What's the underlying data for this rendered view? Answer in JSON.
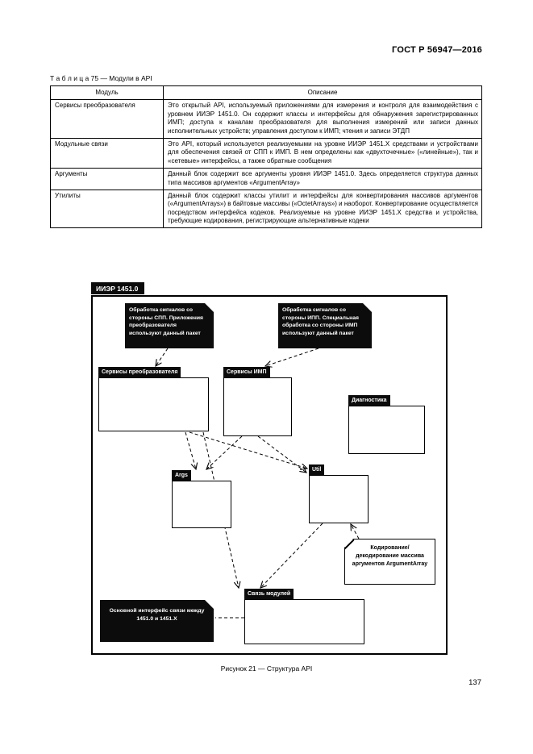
{
  "page": {
    "header": "ГОСТ Р 56947—2016",
    "table_caption": "Т а б л и ц а  75 — Модули в API",
    "figure_caption": "Рисунок 21 — Структура API",
    "page_number": "137"
  },
  "table": {
    "headers": {
      "module": "Модуль",
      "description": "Описание"
    },
    "rows": [
      {
        "module": "Сервисы преобразователя",
        "description": "Это открытый API, используемый приложениями для измерения и контроля для взаимодействия с уровнем ИИЭР 1451.0. Он содержит классы и интерфейсы для обнаружения зарегистрированных ИМП; доступа к каналам преобразователя для выполнения измерений или записи данных исполнительных устройств; управления доступом к ИМП; чтения и записи ЭТДП"
      },
      {
        "module": "Модульные связи",
        "description": "Это API, который используется реализуемыми на уровне ИИЭР 1451.X средствами и устройствами для обеспечения связей от СПП к ИМП. В нем определены как «двухточечные» («линейные»), так и «сетевые» интерфейсы, а также обратные сообщения"
      },
      {
        "module": "Аргументы",
        "description": "Данный блок содержит все аргументы уровня ИИЭР 1451.0. Здесь определяется структура данных типа массивов аргументов «ArgumentArray»"
      },
      {
        "module": "Утилиты",
        "description": "Данный блок содержит классы утилит и интерфейсы для конвертирования массивов аргументов («ArgumentArrays») в байтовые массивы («OctetArrays») и наоборот. Конвертирование осуществляется посредством интерфейса кодеков. Реализуемые на уровне ИИЭР 1451.X средства и устройства, требующие кодирования, регистрирующие альтернативные кодеки"
      }
    ]
  },
  "diagram": {
    "frame_label": "ИИЭР 1451.0",
    "packages": {
      "transducer_services": "Сервисы преобразователя",
      "imp_services": "Сервисы ИМП",
      "diagnostics": "Диагностика",
      "args": "Args",
      "util": "Util",
      "module_link": "Связь модулей"
    },
    "notes": {
      "spp": "Обработка сигналов со стороны СПП. Приложения преобразователя используют данный пакет",
      "ipp": "Обработка сигналов со стороны ИПП. Специальная обработка со стороны ИМП используют данный пакет",
      "codec": "Кодирование/ декодирование массива аргументов ArgumentArray",
      "main_interface": "Основной интерфейс связи между 1451.0 и 1451.X"
    },
    "colors": {
      "ink": "#000000",
      "tab_fill": "#0b0b0b"
    }
  }
}
